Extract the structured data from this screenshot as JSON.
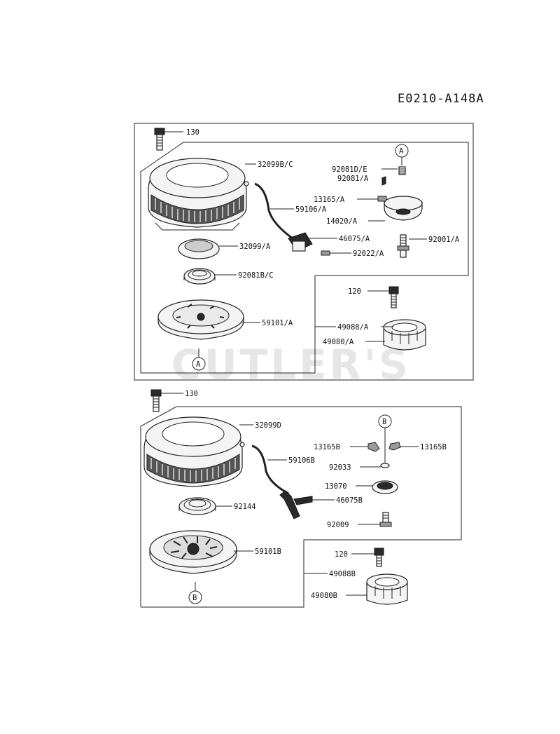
{
  "diagram_code": "E0210-A148A",
  "watermark": "CUTLER'S",
  "section_a": {
    "labels": [
      "130",
      "32099B/C",
      "59106/A",
      "32099/A",
      "92081B/C",
      "59101/A",
      "92081D/E",
      "92081/A",
      "13165/A",
      "14020/A",
      "46075/A",
      "92001/A",
      "92022/A",
      "120",
      "49088/A",
      "49080/A"
    ],
    "marker": "A"
  },
  "section_b": {
    "labels": [
      "130",
      "32099D",
      "59106B",
      "92144",
      "59101B",
      "13165B",
      "13165B",
      "92033",
      "13070",
      "46075B",
      "92009",
      "120",
      "49088B",
      "49080B"
    ],
    "marker": "B"
  }
}
